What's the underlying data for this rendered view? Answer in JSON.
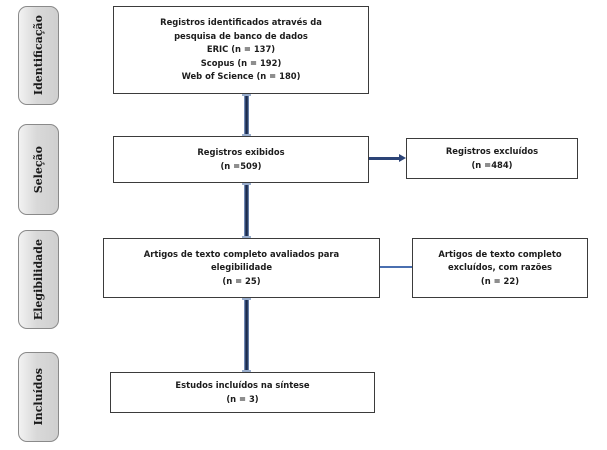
{
  "diagram": {
    "type": "prisma-flow-diagram",
    "language": "pt-BR",
    "colors": {
      "phase_fill": "#d9d9d9",
      "phase_border": "#8a8a8a",
      "node_border": "#3b3b3b",
      "connector_dark": "#1f3356",
      "connector_light": "#4a6fb0",
      "text": "#1c1c1c",
      "background": "#ffffff"
    },
    "phases": [
      {
        "id": "identificacao",
        "label": "Identificação"
      },
      {
        "id": "selecao",
        "label": "Seleção"
      },
      {
        "id": "elegibilidade",
        "label": "Elegibilidade"
      },
      {
        "id": "incluidos",
        "label": "Incluídos"
      }
    ],
    "nodes": [
      {
        "id": "identified-records",
        "phase": "identificacao",
        "text": "Registros identificados através da\npesquisa de banco de dados\nERIC (n = 137)\nScopus (n = 192)\nWeb of Science (n = 180)",
        "sources": [
          {
            "name": "ERIC",
            "n": 137
          },
          {
            "name": "Scopus",
            "n": 192
          },
          {
            "name": "Web of Science",
            "n": 180
          }
        ]
      },
      {
        "id": "screened-records",
        "phase": "selecao",
        "text": "Registros exibidos\n(n =509)",
        "n": 509
      },
      {
        "id": "excluded-records",
        "phase": "selecao",
        "text": "Registros excluídos\n(n =484)",
        "n": 484
      },
      {
        "id": "fulltext-assessed",
        "phase": "elegibilidade",
        "text": "Artigos de texto completo avaliados para\nelegibilidade\n(n = 25)",
        "n": 25
      },
      {
        "id": "fulltext-excluded",
        "phase": "elegibilidade",
        "text": "Artigos de texto completo\nexcluídos, com razões\n(n = 22)",
        "n": 22
      },
      {
        "id": "studies-included",
        "phase": "incluidos",
        "text": "Estudos incluídos na síntese\n(n = 3)",
        "n": 3
      }
    ],
    "connectors": [
      {
        "id": "c1",
        "from": "identified-records",
        "to": "screened-records",
        "orientation": "vertical",
        "arrow": false
      },
      {
        "id": "c2",
        "from": "screened-records",
        "to": "excluded-records",
        "orientation": "horizontal",
        "arrow": true
      },
      {
        "id": "c3",
        "from": "screened-records",
        "to": "fulltext-assessed",
        "orientation": "vertical",
        "arrow": false
      },
      {
        "id": "c4",
        "from": "fulltext-assessed",
        "to": "fulltext-excluded",
        "orientation": "horizontal",
        "arrow": false
      },
      {
        "id": "c5",
        "from": "fulltext-assessed",
        "to": "studies-included",
        "orientation": "vertical",
        "arrow": false
      }
    ]
  }
}
